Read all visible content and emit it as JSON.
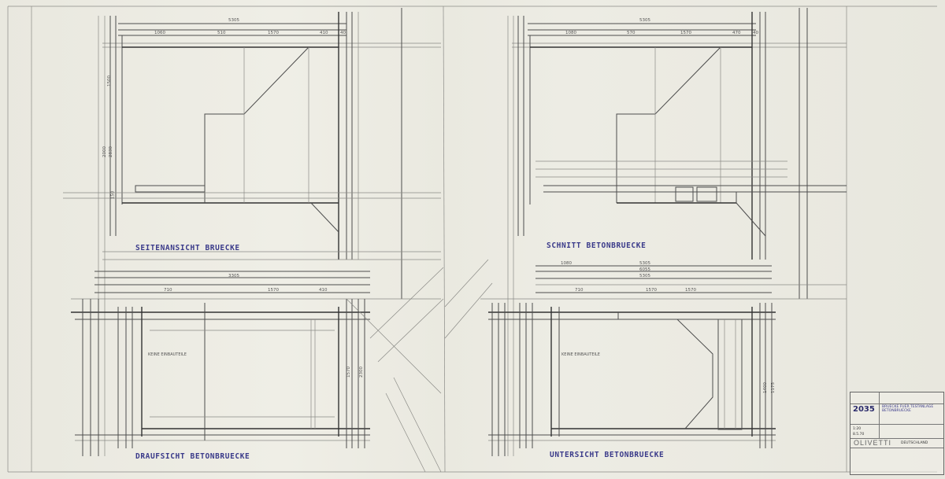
{
  "views": {
    "side_view": "SEITENANSICHT BRUECKE",
    "section": "SCHNITT BETONBRUECKE",
    "top_view": "DRAUFSICHT BETONBRUECKE",
    "bottom_view": "UNTERSICHT BETONBRUECKE"
  },
  "dimensions": {
    "side_total": "5305",
    "side_parts": [
      "1060",
      "510",
      "1570",
      "410",
      "40"
    ],
    "section_total": "5305",
    "section_parts": [
      "1080",
      "570",
      "1570",
      "470",
      "40"
    ],
    "section_upper": [
      "5305",
      "6055",
      "5305"
    ],
    "section_lower": [
      "1080",
      "710",
      "1570",
      "1570"
    ],
    "top_parts": [
      "710",
      "3305",
      "1570",
      "410"
    ],
    "vertical_left": [
      "1500",
      "2000",
      "2830",
      "150"
    ],
    "plan_vertical": [
      "1570",
      "2300",
      "1400",
      "1175"
    ]
  },
  "notes": {
    "top_note": "KEINE EINBAUTEILE",
    "bottom_note": "KEINE EINBAUTEILE"
  },
  "title_block": {
    "number": "2035",
    "description": "BRUECKE FUER TESTANLAGE BETONBRUECKE",
    "scale": "1:20",
    "date": "8.5.70",
    "brand": "OLIVETTI",
    "country": "DEUTSCHLAND"
  }
}
